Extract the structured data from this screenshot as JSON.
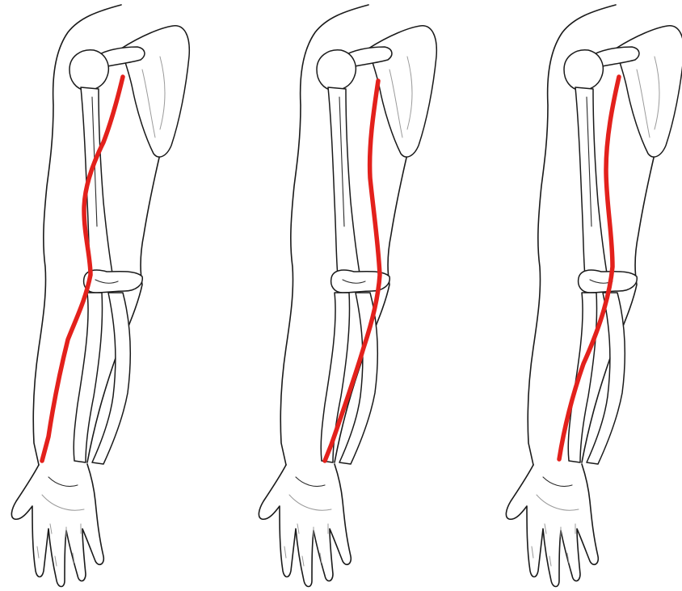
{
  "figure": {
    "panels": [
      {
        "id": "panel-1",
        "route": "crossing-route"
      },
      {
        "id": "panel-2",
        "route": "straight-route"
      },
      {
        "id": "panel-3",
        "route": "diagonal-route"
      }
    ]
  },
  "colors": {
    "line_art": "#1a1a1a",
    "vessel": "#e3211c",
    "background": "#ffffff"
  }
}
